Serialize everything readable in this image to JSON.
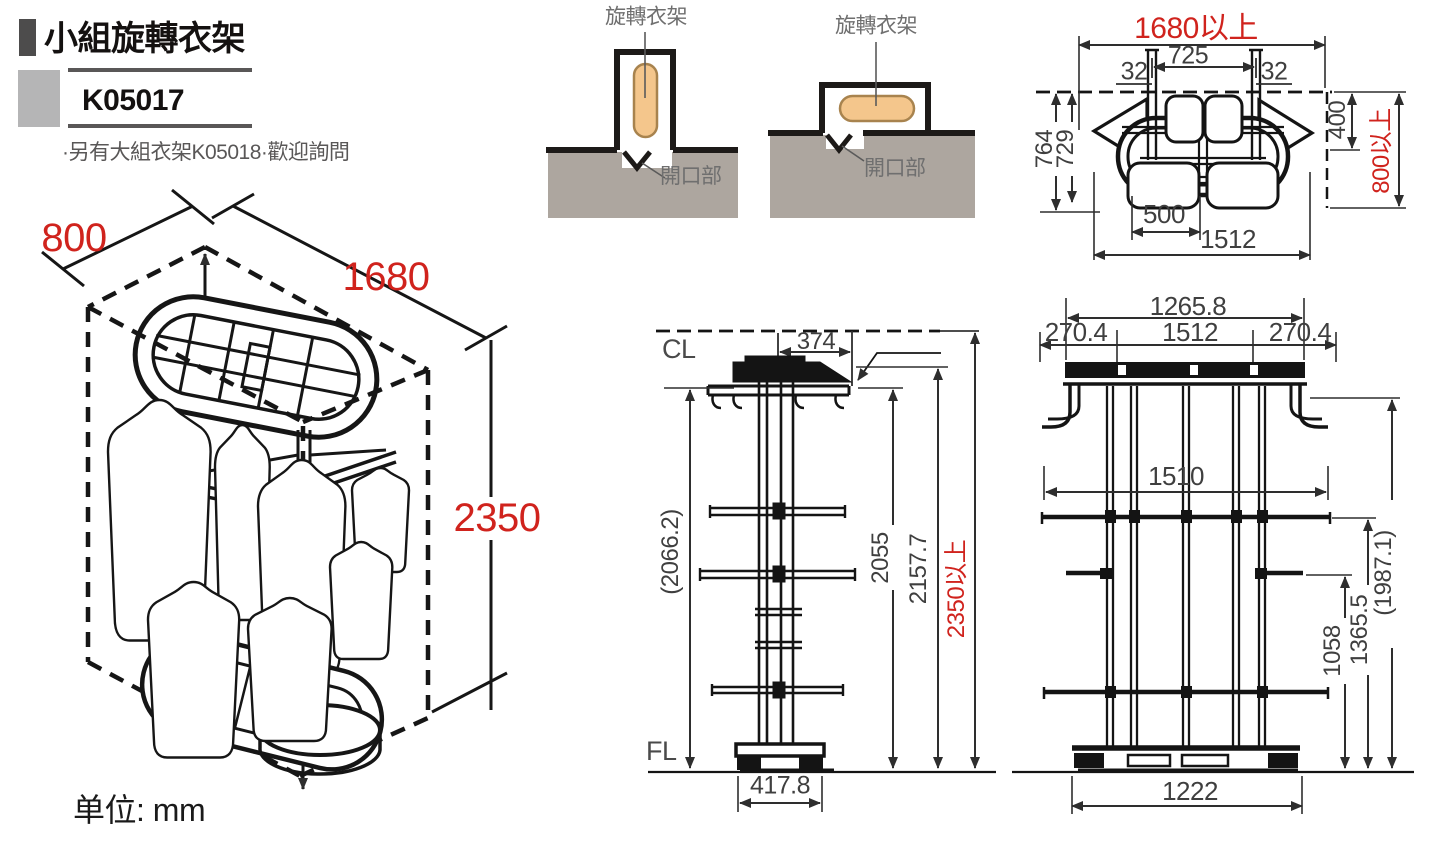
{
  "header": {
    "title": "小組旋轉衣架",
    "model": "K05017",
    "note": "·另有大組衣架K05018·歡迎詢問"
  },
  "footer": {
    "unit_label": "单位: mm"
  },
  "colors": {
    "red": "#d0231d",
    "dim_text": "#3f3f3f",
    "line": "#1a1a1a",
    "ground": "#ada69f",
    "capsule_fill": "#f4c68c",
    "capsule_stroke": "#a8834e",
    "header_gray": "#b5b5b6",
    "header_dark": "#4d4c4c"
  },
  "cross_section_left": {
    "title": "旋轉衣架",
    "opening_label": "開口部"
  },
  "cross_section_right": {
    "title": "旋轉衣架",
    "opening_label": "開口部"
  },
  "iso_view": {
    "depth": "800",
    "width": "1680",
    "height": "2350"
  },
  "top_view": {
    "overall_width": "1680以上",
    "post_span": "725",
    "post_offset_left": "32",
    "post_offset_right": "32",
    "depth_outer": "764",
    "depth_inner": "729",
    "depth_upper": "400",
    "overall_depth": "800以上",
    "base_span": "500",
    "ring_span": "1512"
  },
  "side_view": {
    "centerline": "CL",
    "floorline": "FL",
    "arm_reach": "374",
    "height_frame": "(2066.2)",
    "height_rail": "2055",
    "height_top": "2157.7",
    "height_clearance": "2350以上",
    "base_depth": "417.8"
  },
  "front_view": {
    "top_width": "1265.8",
    "overhang_left": "270.4",
    "rail_span": "1512",
    "overhang_right": "270.4",
    "bar_span": "1510",
    "height_lower_bar": "1058",
    "height_mid_bar": "1365.5",
    "height_frame": "(1987.1)",
    "base_width": "1222"
  }
}
